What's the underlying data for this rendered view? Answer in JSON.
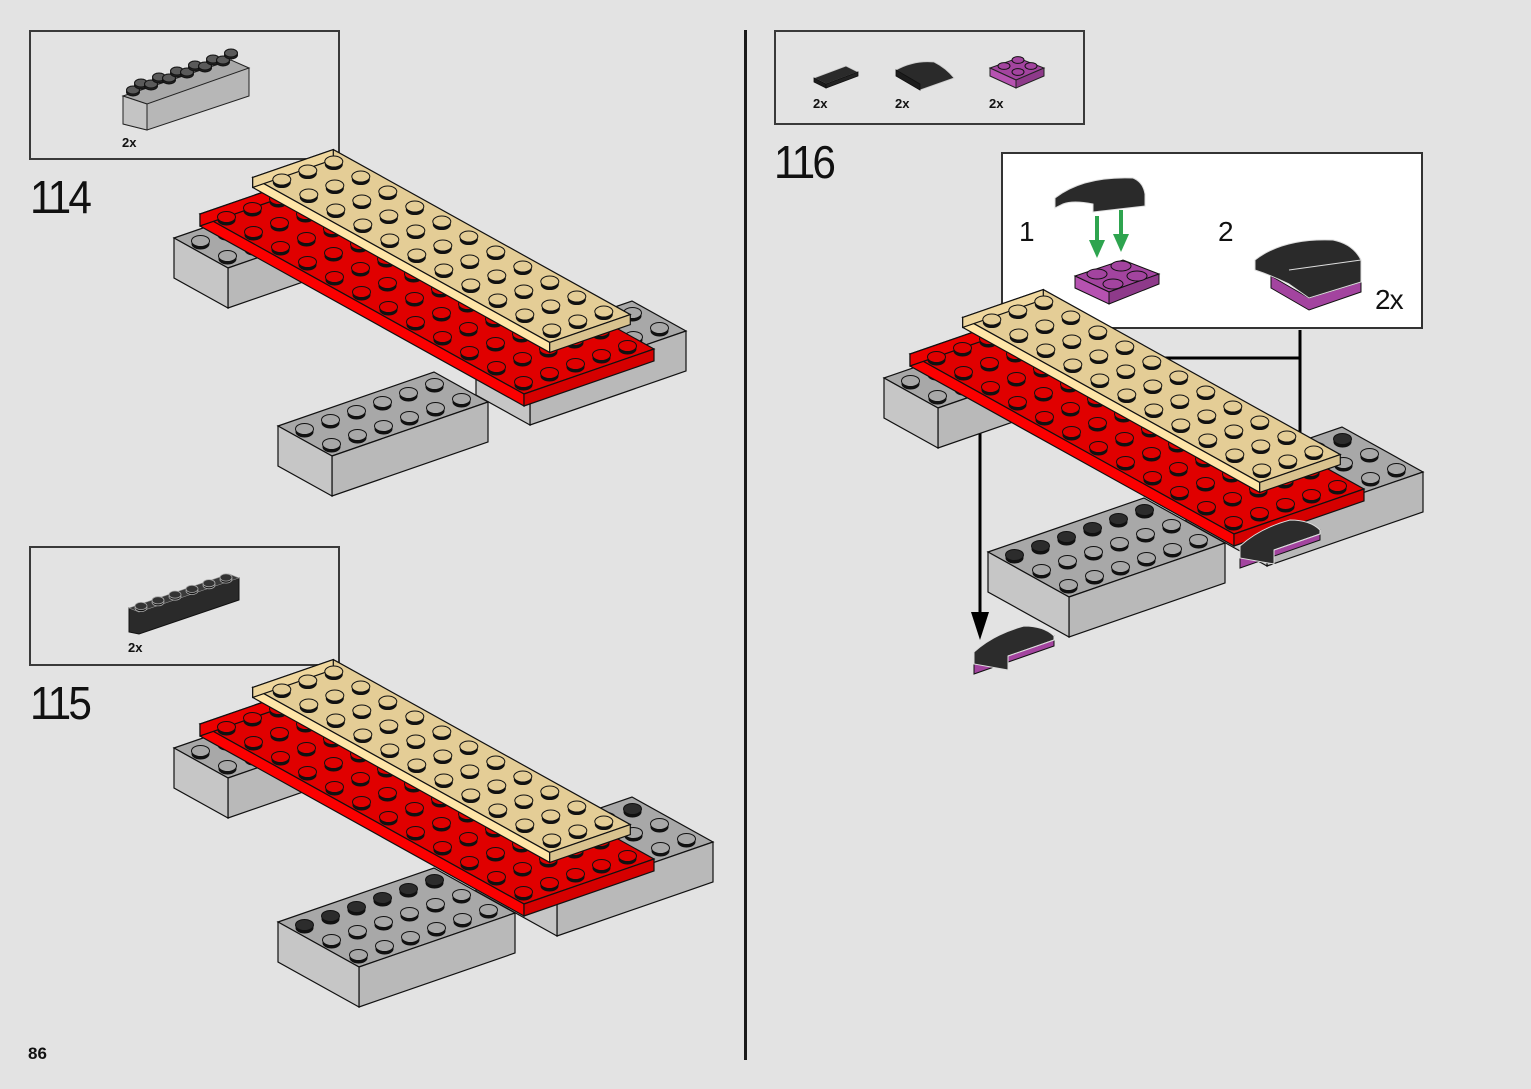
{
  "page": {
    "page_number": "86"
  },
  "colors": {
    "background": "#e3e3e3",
    "light_gray": "#a9a9a9",
    "light_gray_side": "#c0c0c0",
    "dark_gray": "#2c2c2c",
    "red": "#e00000",
    "tan": "#e4cd96",
    "magenta": "#a3449f",
    "arrow_green": "#2ea44f",
    "outline": "#111111"
  },
  "steps": [
    {
      "number": "114",
      "parts": [
        {
          "name": "Brick 2x6",
          "color": "light_gray",
          "quantity": "2x"
        }
      ]
    },
    {
      "number": "115",
      "parts": [
        {
          "name": "Brick 1x6",
          "color": "dark_gray",
          "quantity": "2x"
        }
      ]
    },
    {
      "number": "116",
      "parts": [
        {
          "name": "Tile 1x2",
          "color": "dark_gray",
          "quantity": "2x"
        },
        {
          "name": "Slope Curved 2x2",
          "color": "dark_gray",
          "quantity": "2x"
        },
        {
          "name": "Plate 2x2",
          "color": "magenta",
          "quantity": "2x"
        }
      ],
      "callout": {
        "substeps": [
          "1",
          "2"
        ],
        "quantity": "2x"
      }
    }
  ]
}
